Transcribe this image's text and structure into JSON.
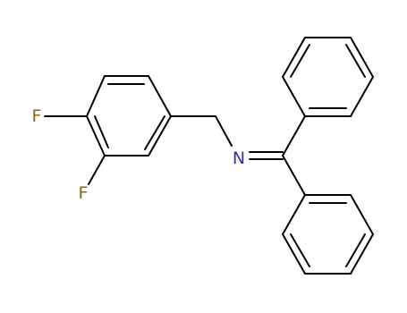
{
  "molecule": {
    "atoms": {
      "fluorine_top": {
        "symbol": "F",
        "color": "#8B6914"
      },
      "fluorine_bottom": {
        "symbol": "F",
        "color": "#8B6914"
      },
      "imine_nitrogen": {
        "symbol": "N",
        "color": "#3333A0"
      }
    },
    "bond_color": "#000000",
    "background": "#FFFFFF"
  }
}
